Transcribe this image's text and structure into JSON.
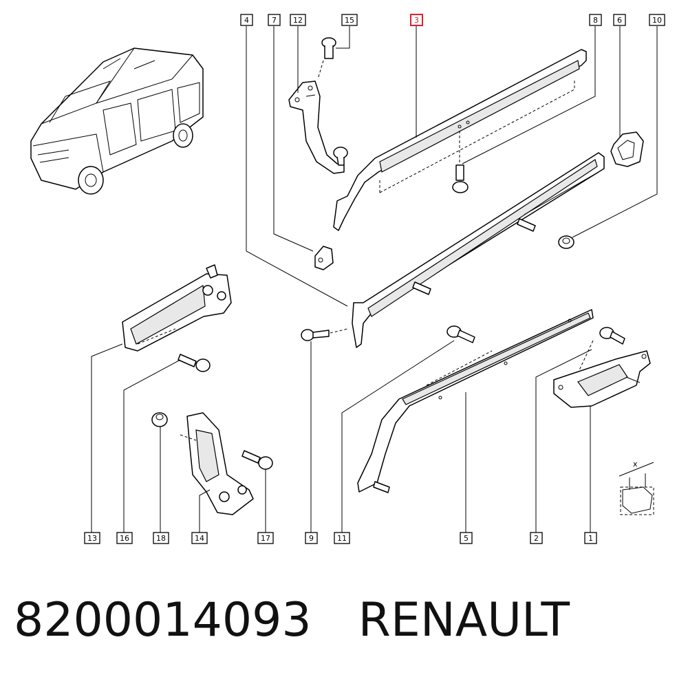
{
  "callouts": [
    {
      "label": "4",
      "highlight": false
    },
    {
      "label": "7",
      "highlight": false
    },
    {
      "label": "12",
      "highlight": false
    },
    {
      "label": "15",
      "highlight": false
    },
    {
      "label": "3",
      "highlight": true
    },
    {
      "label": "8",
      "highlight": false
    },
    {
      "label": "6",
      "highlight": false
    },
    {
      "label": "10",
      "highlight": false
    },
    {
      "label": "13",
      "highlight": false
    },
    {
      "label": "16",
      "highlight": false
    },
    {
      "label": "18",
      "highlight": false
    },
    {
      "label": "14",
      "highlight": false
    },
    {
      "label": "17",
      "highlight": false
    },
    {
      "label": "9",
      "highlight": false
    },
    {
      "label": "11",
      "highlight": false
    },
    {
      "label": "5",
      "highlight": false
    },
    {
      "label": "2",
      "highlight": false
    },
    {
      "label": "1",
      "highlight": false
    }
  ],
  "dimension_label": "x",
  "caption": {
    "part_number": "8200014093",
    "brand": "RENAULT"
  },
  "colors": {
    "highlight": "#e0202a",
    "line": "#000000"
  }
}
